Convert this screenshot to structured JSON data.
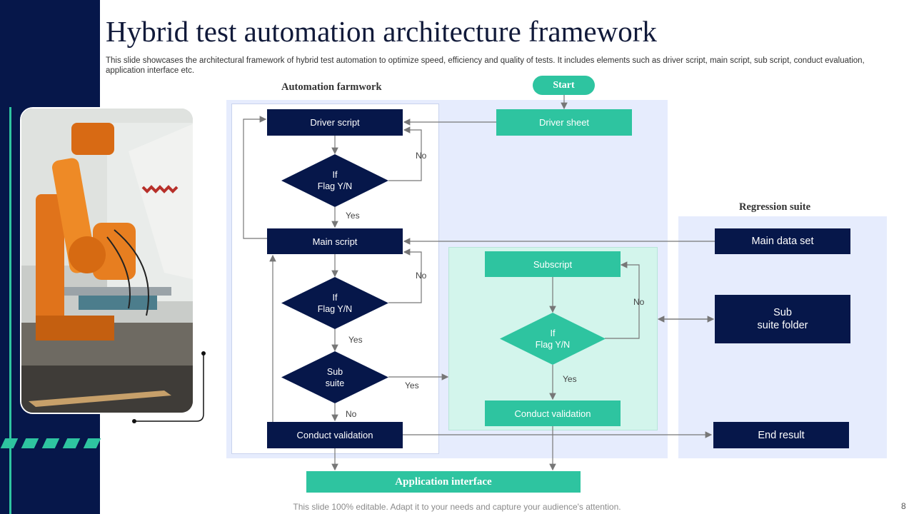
{
  "slide": {
    "title": "Hybrid test automation architecture framework",
    "subtitle": "This slide showcases the architectural framework of hybrid test automation to optimize speed, efficiency and quality of tests. It includes elements such as driver script, main script, sub script, conduct evaluation, application interface etc.",
    "footer": "This slide 100% editable. Adapt it to your needs and capture your audience's attention.",
    "page_number": "8"
  },
  "colors": {
    "navy": "#06174a",
    "teal": "#2ec4a0",
    "light_blue": "#e6ecfd",
    "light_teal": "#d3f5ec"
  },
  "sections": {
    "automation": "Automation  farmwork",
    "regression": "Regression suite"
  },
  "nodes": {
    "start": "Start",
    "driver_script": "Driver  script",
    "driver_sheet": "Driver  sheet",
    "flag1": "If\nFlag Y/N",
    "main_script": "Main script",
    "flag2": "If\nFlag Y/N",
    "sub_suite": "Sub\nsuite",
    "conduct_validation_left": "Conduct validation",
    "subscript": "Subscript",
    "flag3": "If\nFlag Y/N",
    "conduct_validation_mid": "Conduct validation",
    "main_data_set": "Main data set",
    "sub_suite_folder": "Sub\nsuite folder",
    "end_result": "End result",
    "application_interface": "Application  interface"
  },
  "edge_labels": {
    "no1": "No",
    "yes1": "Yes",
    "no2": "No",
    "yes2": "Yes",
    "yes_sub": "Yes",
    "no_sub": "No",
    "no3": "No",
    "yes3": "Yes"
  },
  "image": {
    "subject": "orange industrial robotic arm"
  }
}
